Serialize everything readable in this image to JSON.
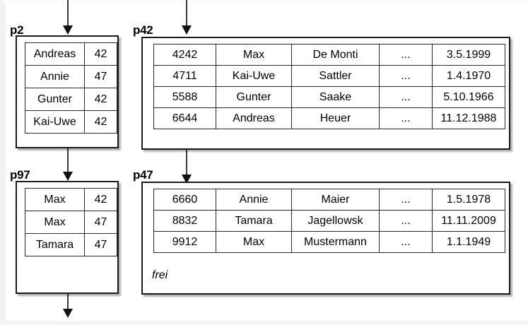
{
  "diagram": {
    "title": "Hash index / bucket page diagram",
    "pages": [
      {
        "id": "p2",
        "label": "p2",
        "kind": "directory",
        "rows": [
          {
            "key": "Andreas",
            "value": "42"
          },
          {
            "key": "Annie",
            "value": "47"
          },
          {
            "key": "Gunter",
            "value": "42"
          },
          {
            "key": "Kai-Uwe",
            "value": "42"
          }
        ]
      },
      {
        "id": "p42",
        "label": "p42",
        "kind": "data",
        "rows": [
          {
            "c0": "4242",
            "c1": "Max",
            "c2": "De Monti",
            "c3": "...",
            "c4": "3.5.1999"
          },
          {
            "c0": "4711",
            "c1": "Kai-Uwe",
            "c2": "Sattler",
            "c3": "...",
            "c4": "1.4.1970"
          },
          {
            "c0": "5588",
            "c1": "Gunter",
            "c2": "Saake",
            "c3": "...",
            "c4": "5.10.1966"
          },
          {
            "c0": "6644",
            "c1": "Andreas",
            "c2": "Heuer",
            "c3": "...",
            "c4": "11.12.1988"
          }
        ]
      },
      {
        "id": "p97",
        "label": "p97",
        "kind": "directory",
        "rows": [
          {
            "key": "Max",
            "value": "42"
          },
          {
            "key": "Max",
            "value": "47"
          },
          {
            "key": "Tamara",
            "value": "47"
          }
        ]
      },
      {
        "id": "p47",
        "label": "p47",
        "kind": "data",
        "free_label": "frei",
        "rows": [
          {
            "c0": "6660",
            "c1": "Annie",
            "c2": "Maier",
            "c3": "...",
            "c4": "1.5.1978"
          },
          {
            "c0": "8832",
            "c1": "Tamara",
            "c2": "Jagellowsk",
            "c3": "...",
            "c4": "11.11.2009"
          },
          {
            "c0": "9912",
            "c1": "Max",
            "c2": "Mustermann",
            "c3": "...",
            "c4": "1.1.1949"
          }
        ]
      }
    ],
    "arrows": [
      {
        "name": "arrow-into-p2",
        "from": "top-edge",
        "to": "p2"
      },
      {
        "name": "arrow-into-p42",
        "from": "top-edge",
        "to": "p42"
      },
      {
        "name": "arrow-p2-p97",
        "from": "p2",
        "to": "p97"
      },
      {
        "name": "arrow-p42-p47",
        "from": "p42",
        "to": "p47"
      },
      {
        "name": "arrow-out-p97",
        "from": "p97",
        "to": "bottom-edge"
      }
    ],
    "colors": {
      "box_border": "#1a1a1a",
      "cell_border": "#2a2a2a",
      "arrow": "#111111",
      "background": "#ffffff",
      "text": "#000000"
    }
  }
}
